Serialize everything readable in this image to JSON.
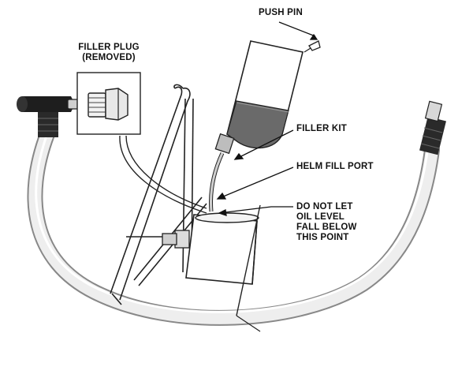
{
  "labels": {
    "push_pin": "PUSH PIN",
    "filler_plug_line1": "FILLER PLUG",
    "filler_plug_line2": "(REMOVED)",
    "filler_kit": "FILLER KIT",
    "helm_fill_port": "HELM FILL PORT",
    "oil_level_line1": "DO NOT LET",
    "oil_level_line2": "OIL LEVEL",
    "oil_level_line3": "FALL BELOW",
    "oil_level_line4": "THIS POINT"
  },
  "colors": {
    "ink": "#111111",
    "tube": "#e6e6e6",
    "oil": "#6a6a6a",
    "cap": "#222222"
  }
}
